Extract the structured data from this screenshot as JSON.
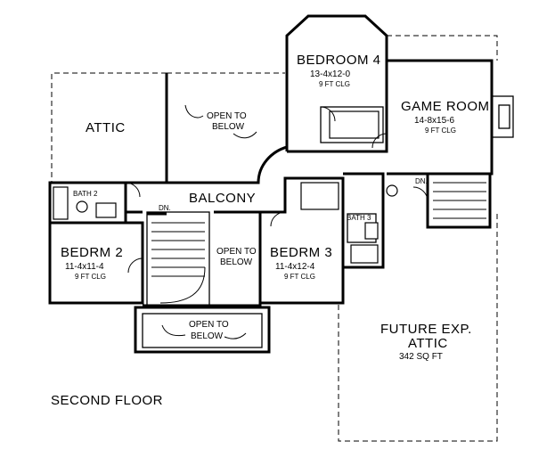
{
  "plan_title": "SECOND FLOOR",
  "rooms": {
    "bedroom4": {
      "name": "BEDROOM 4",
      "size": "13-4x12-0",
      "ceiling": "9 FT CLG"
    },
    "game_room": {
      "name": "GAME ROOM",
      "size": "14-8x15-6",
      "ceiling": "9 FT CLG"
    },
    "attic": {
      "name": "ATTIC"
    },
    "balcony": {
      "name": "BALCONY"
    },
    "bath2": {
      "name": "BATH 2"
    },
    "bath3": {
      "name": "BATH 3"
    },
    "bedrm2": {
      "name": "BEDRM 2",
      "size": "11-4x11-4",
      "ceiling": "9 FT CLG"
    },
    "bedrm3": {
      "name": "BEDRM 3",
      "size": "11-4x12-4",
      "ceiling": "9 FT CLG"
    },
    "future_attic": {
      "name_line1": "FUTURE EXP.",
      "name_line2": "ATTIC",
      "area": "342 SQ FT"
    }
  },
  "notes": {
    "open_below_top": {
      "line1": "OPEN TO",
      "line2": "BELOW"
    },
    "open_below_mid": {
      "line1": "OPEN TO",
      "line2": "BELOW"
    },
    "open_below_bottom": {
      "line1": "OPEN TO",
      "line2": "BELOW"
    },
    "stair_dn_left": "DN.",
    "stair_dn_right": "DN."
  }
}
